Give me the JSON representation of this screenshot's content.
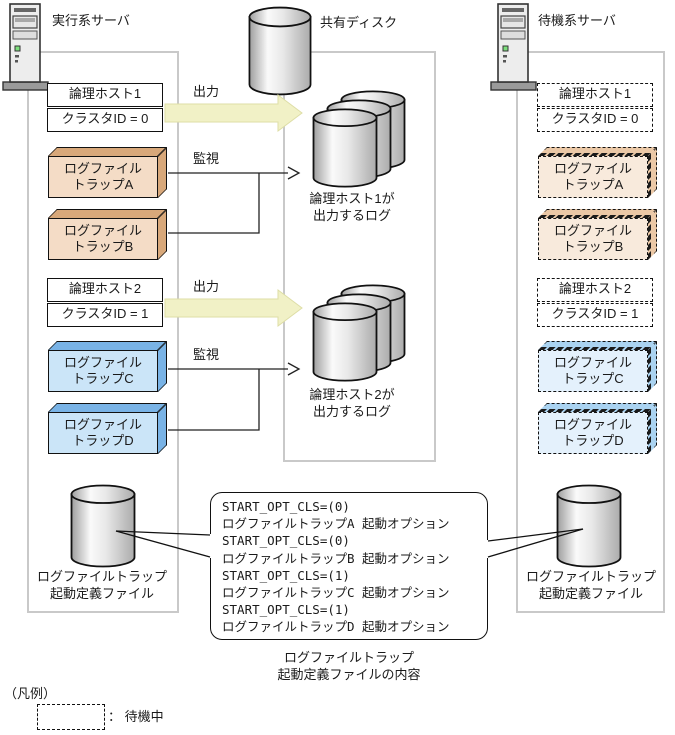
{
  "active_server": {
    "label": "実行系サーバ"
  },
  "standby_server": {
    "label": "待機系サーバ"
  },
  "shared_disk": {
    "label": "共有ディスク"
  },
  "arrows": {
    "output": "出力",
    "monitor": "監視"
  },
  "host1": {
    "name": "論理ホスト1",
    "cluster_id": "クラスタID = 0"
  },
  "host2": {
    "name": "論理ホスト2",
    "cluster_id": "クラスタID = 1"
  },
  "traps": {
    "a": {
      "l1": "ログファイル",
      "l2": "トラップA"
    },
    "b": {
      "l1": "ログファイル",
      "l2": "トラップB"
    },
    "c": {
      "l1": "ログファイル",
      "l2": "トラップC"
    },
    "d": {
      "l1": "ログファイル",
      "l2": "トラップD"
    }
  },
  "logs": {
    "host1": {
      "l1": "論理ホスト1が",
      "l2": "出力するログ"
    },
    "host2": {
      "l1": "論理ホスト2が",
      "l2": "出力するログ"
    }
  },
  "def_file": {
    "l1": "ログファイルトラップ",
    "l2": "起動定義ファイル"
  },
  "content_box": {
    "lines": [
      "START_OPT_CLS=(0)",
      "ログファイルトラップA 起動オプション",
      "START_OPT_CLS=(0)",
      "ログファイルトラップB 起動オプション",
      "START_OPT_CLS=(1)",
      "ログファイルトラップC 起動オプション",
      "START_OPT_CLS=(1)",
      "ログファイルトラップD 起動オプション"
    ]
  },
  "caption": {
    "l1": "ログファイルトラップ",
    "l2": "起動定義ファイルの内容"
  },
  "legend": {
    "title": "（凡例）",
    "standby": "： 待機中"
  },
  "colors": {
    "trap_active_tan": "#F4DCC6",
    "trap_active_tan_side": "#D8A87A",
    "trap_standby_tan": "#F8EADC",
    "trap_standby_tan_side": "#EBC8A6",
    "trap_active_blue": "#CBE5F8",
    "trap_active_blue_side": "#79B3E6",
    "trap_standby_blue": "#E4F1FC",
    "trap_standby_blue_side": "#AAD3F1",
    "output_arrow": "#F1F1C6",
    "panel_border": "#C9C9C9"
  }
}
